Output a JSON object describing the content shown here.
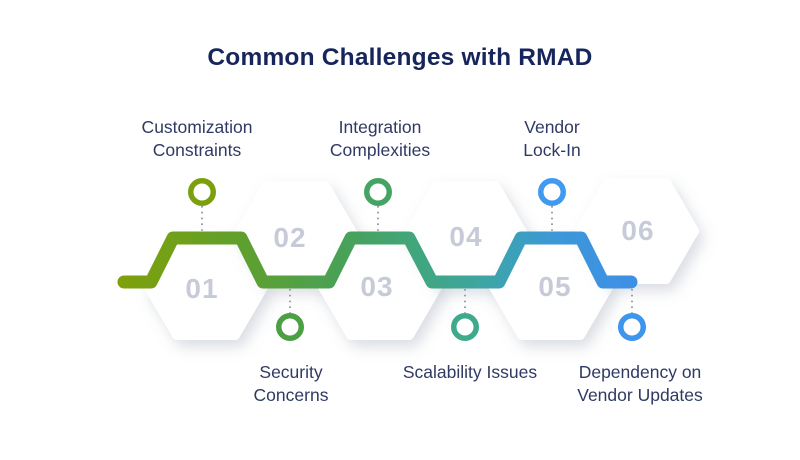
{
  "title": "Common Challenges with RMAD",
  "colors": {
    "title_text": "#16255B",
    "label_text": "#2F3A64",
    "number_text": "#C7CBD7",
    "connector_dots": "#9AA0A8",
    "hexagon_fill": "#FFFFFF",
    "hexagon_shadow": "#8E97AB",
    "ribbon_gradient_stops": [
      "#7EA00B",
      "#60A02B",
      "#4AA155",
      "#40A67E",
      "#3DA5A8",
      "#3C99D6",
      "#3E8FE6"
    ]
  },
  "steps": [
    {
      "number": "01",
      "label": "Customization Constraints",
      "label_lines": [
        "Customization",
        "Constraints"
      ],
      "label_position": "top",
      "marker_color": "#7C9F0D"
    },
    {
      "number": "02",
      "label": "Security Concerns",
      "label_lines": [
        "Security",
        "Concerns"
      ],
      "label_position": "bottom",
      "marker_color": "#4C9F43"
    },
    {
      "number": "03",
      "label": "Integration Complexities",
      "label_lines": [
        "Integration",
        "Complexities"
      ],
      "label_position": "top",
      "marker_color": "#45A463"
    },
    {
      "number": "04",
      "label": "Scalability Issues",
      "label_lines": [
        "Scalability Issues"
      ],
      "label_position": "bottom",
      "marker_color": "#3FAA8B"
    },
    {
      "number": "05",
      "label": "Vendor Lock-In",
      "label_lines": [
        "Vendor",
        "Lock-In"
      ],
      "label_position": "top",
      "marker_color": "#3F9AF0"
    },
    {
      "number": "06",
      "label": "Dependency on Vendor Updates",
      "label_lines": [
        "Dependency on",
        "Vendor Updates"
      ],
      "label_position": "bottom",
      "marker_color": "#3D95EC"
    }
  ]
}
